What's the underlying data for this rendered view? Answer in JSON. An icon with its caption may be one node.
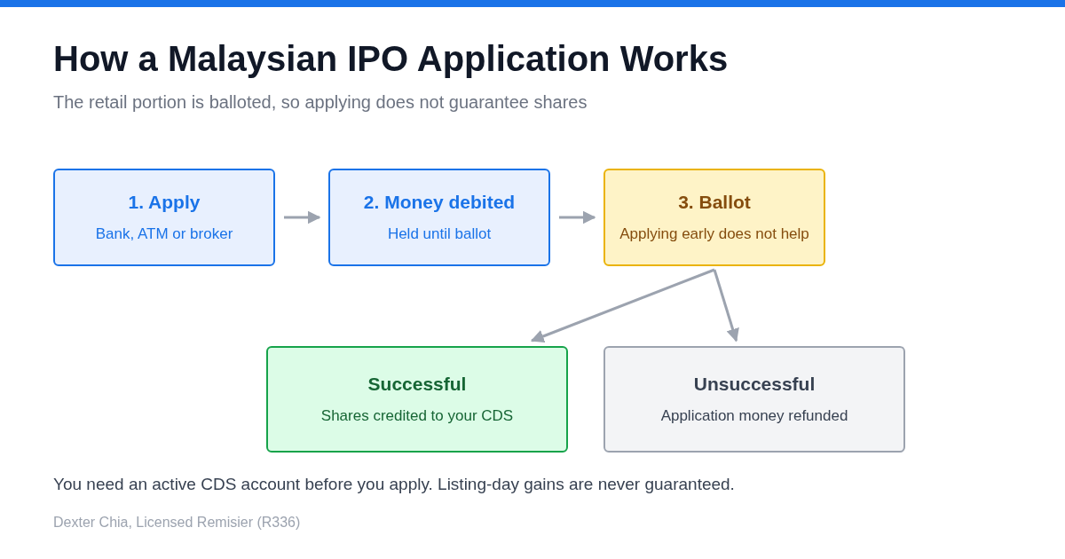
{
  "diagram": {
    "title": "How a Malaysian IPO Application Works",
    "caption": "The retail portion is balloted, so applying does not guarantee shares",
    "nodes": [
      {
        "text": [
          "1. Apply",
          "Bank, ATM or broker"
        ]
      },
      {
        "text": [
          "2. Money debited",
          "Held until ballot"
        ]
      },
      {
        "text": [
          "3. Ballot",
          "Applying early does not help"
        ]
      },
      {
        "text": [
          "Successful",
          "Shares credited to your CDS"
        ]
      },
      {
        "text": [
          "Unsuccessful",
          "Application money refunded"
        ]
      }
    ],
    "edges": [
      {
        "from": 0,
        "to": 1,
        "arrow": "to"
      },
      {
        "from": 1,
        "to": 2,
        "arrow": "to"
      },
      {
        "from": 2,
        "to": 3,
        "arrow": "to"
      },
      {
        "from": 2,
        "to": 4,
        "arrow": "to"
      }
    ],
    "labels": [
      "You need an active CDS account before you apply. Listing-day gains are never guaranteed.",
      "Dexter Chia, Licensed Remisier (R336)"
    ]
  }
}
